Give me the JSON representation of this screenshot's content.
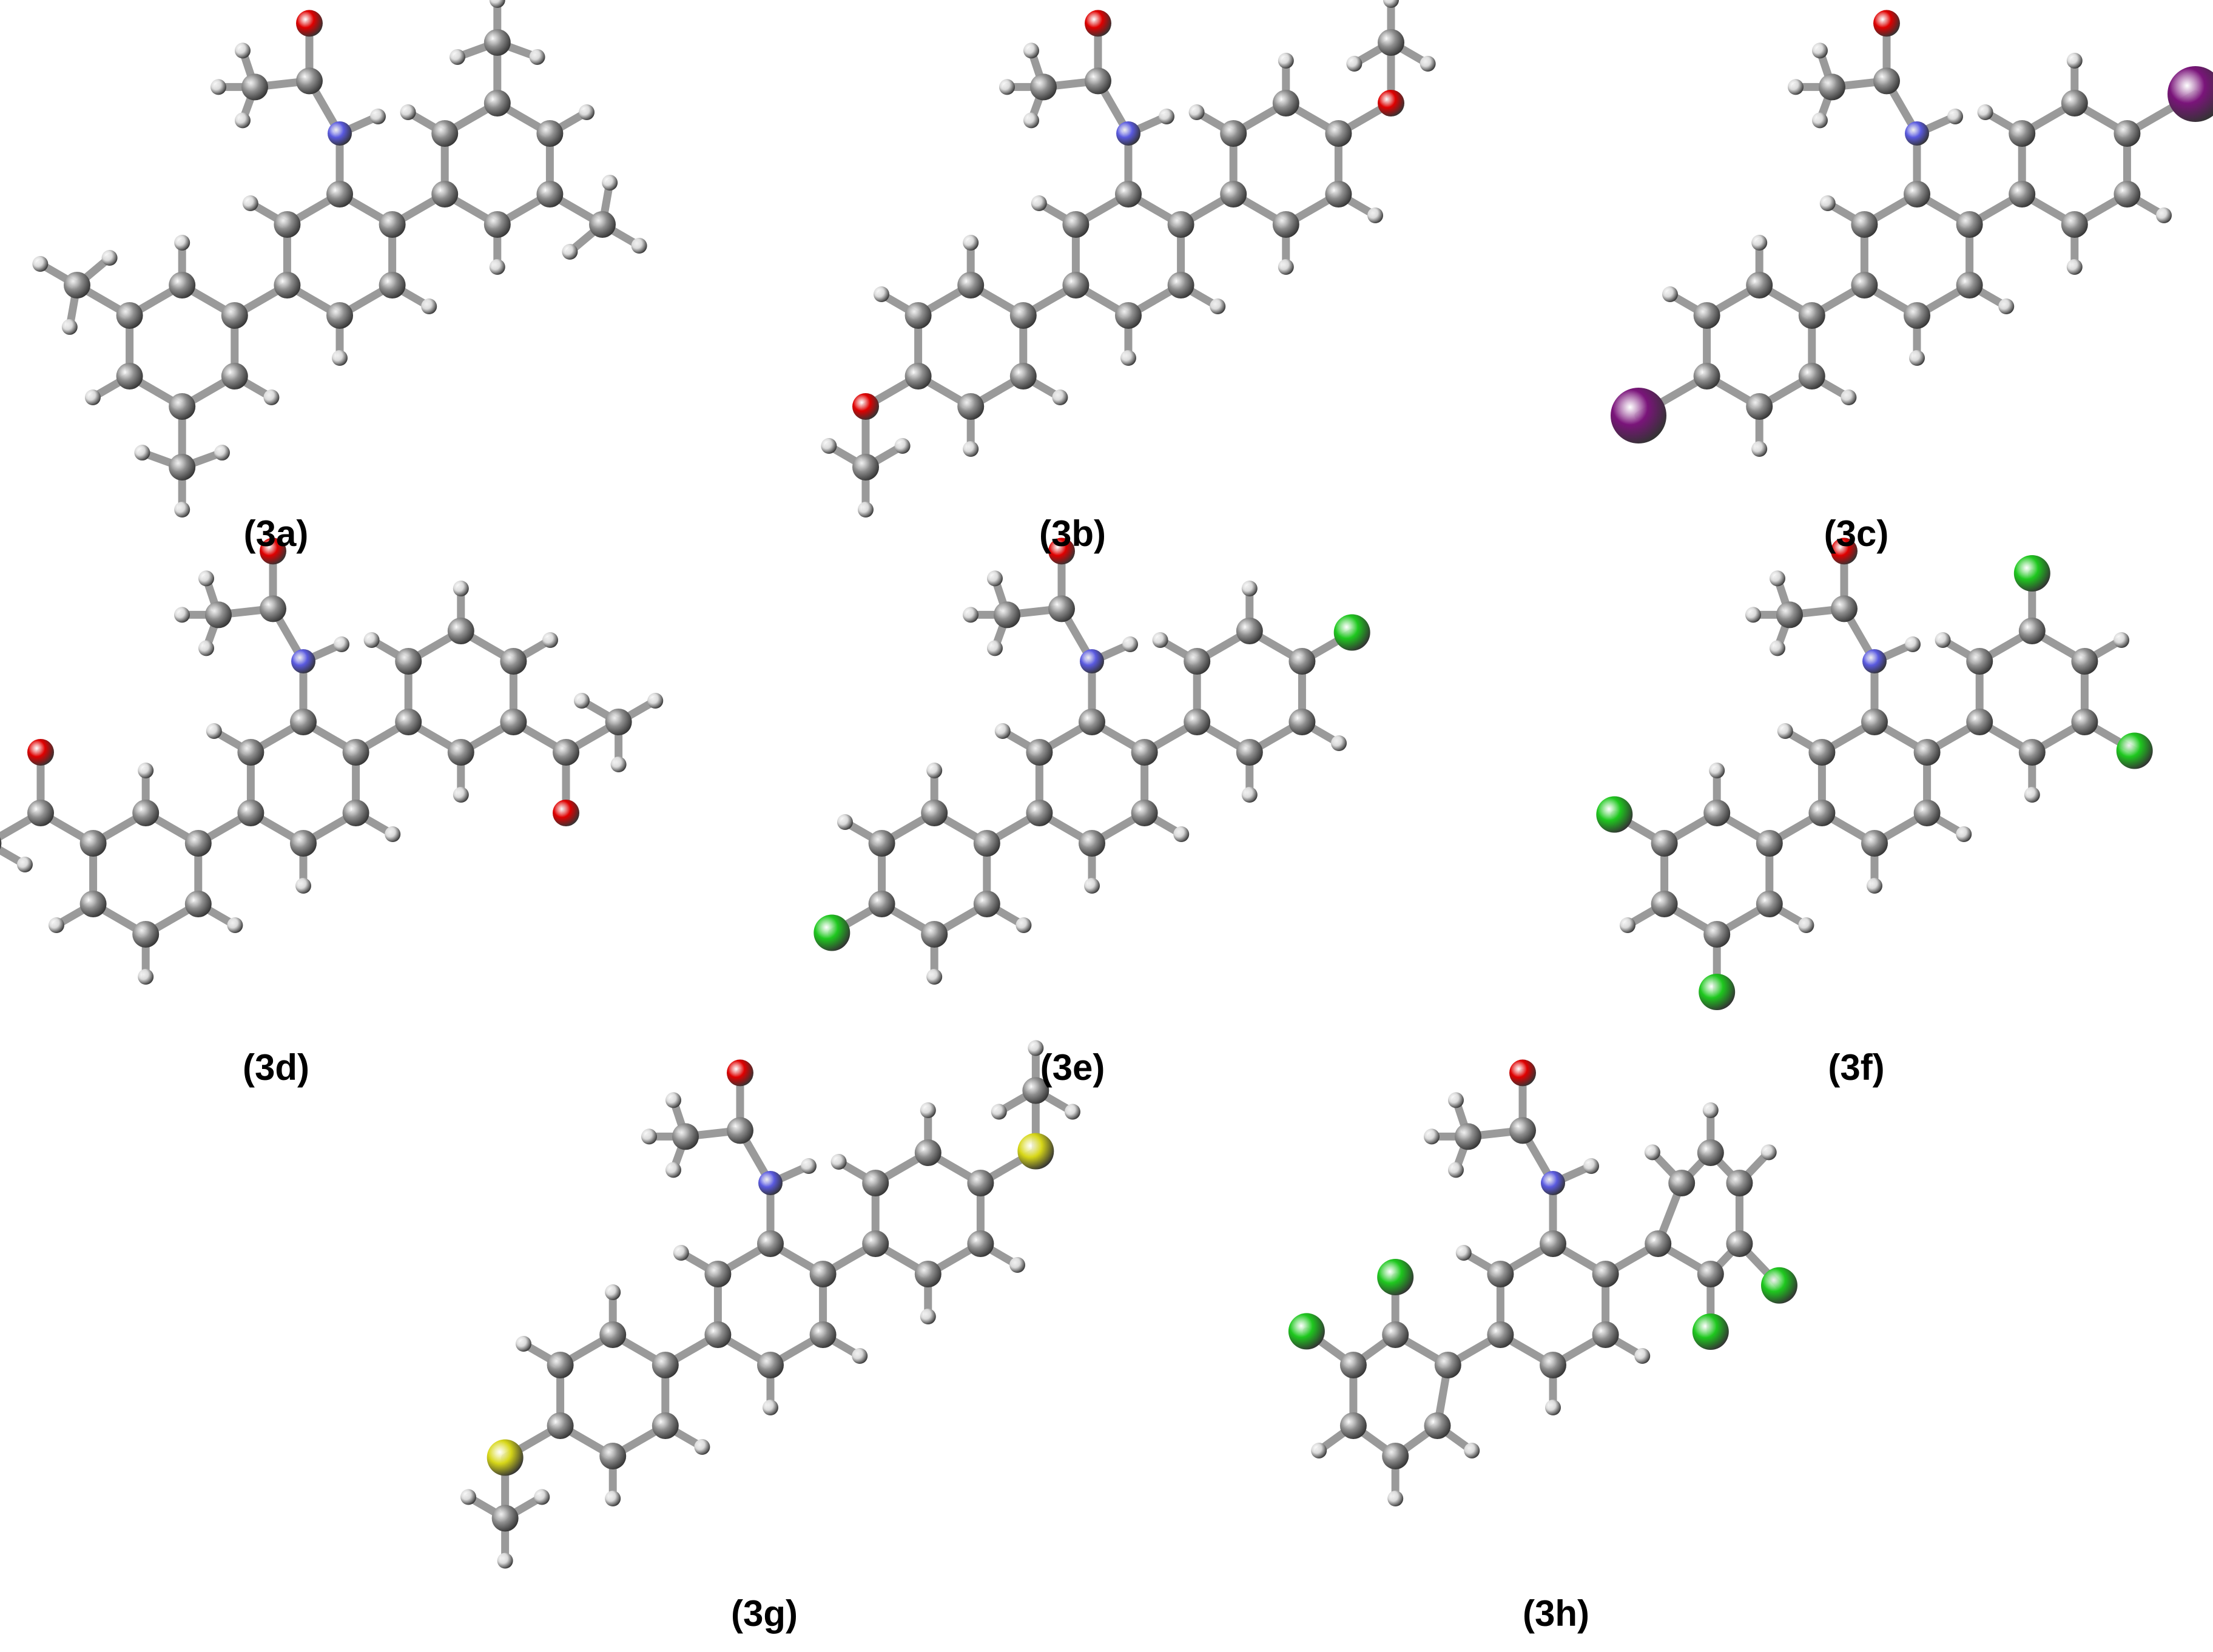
{
  "colors": {
    "carbon": "#8f8f8f",
    "hydrogen": "#d9d9d9",
    "nitrogen": "#5a5ae0",
    "oxygen": "#e00000",
    "iodine": "#7a147a",
    "chlorine": "#1ec81e",
    "sulfur": "#d7d718",
    "bond": "#9a9a9a"
  },
  "molecules": [
    {
      "id": "3a",
      "label": "(3a)",
      "substituent": "methyl"
    },
    {
      "id": "3b",
      "label": "(3b)",
      "substituent": "methoxy"
    },
    {
      "id": "3c",
      "label": "(3c)",
      "substituent": "iodo"
    },
    {
      "id": "3d",
      "label": "(3d)",
      "substituent": "acetyl"
    },
    {
      "id": "3e",
      "label": "(3e)",
      "substituent": "chloro"
    },
    {
      "id": "3f",
      "label": "(3f)",
      "substituent": "dichloro"
    },
    {
      "id": "3g",
      "label": "(3g)",
      "substituent": "methylthio"
    },
    {
      "id": "3h",
      "label": "(3h)",
      "substituent": "ortho-dichloro"
    }
  ]
}
